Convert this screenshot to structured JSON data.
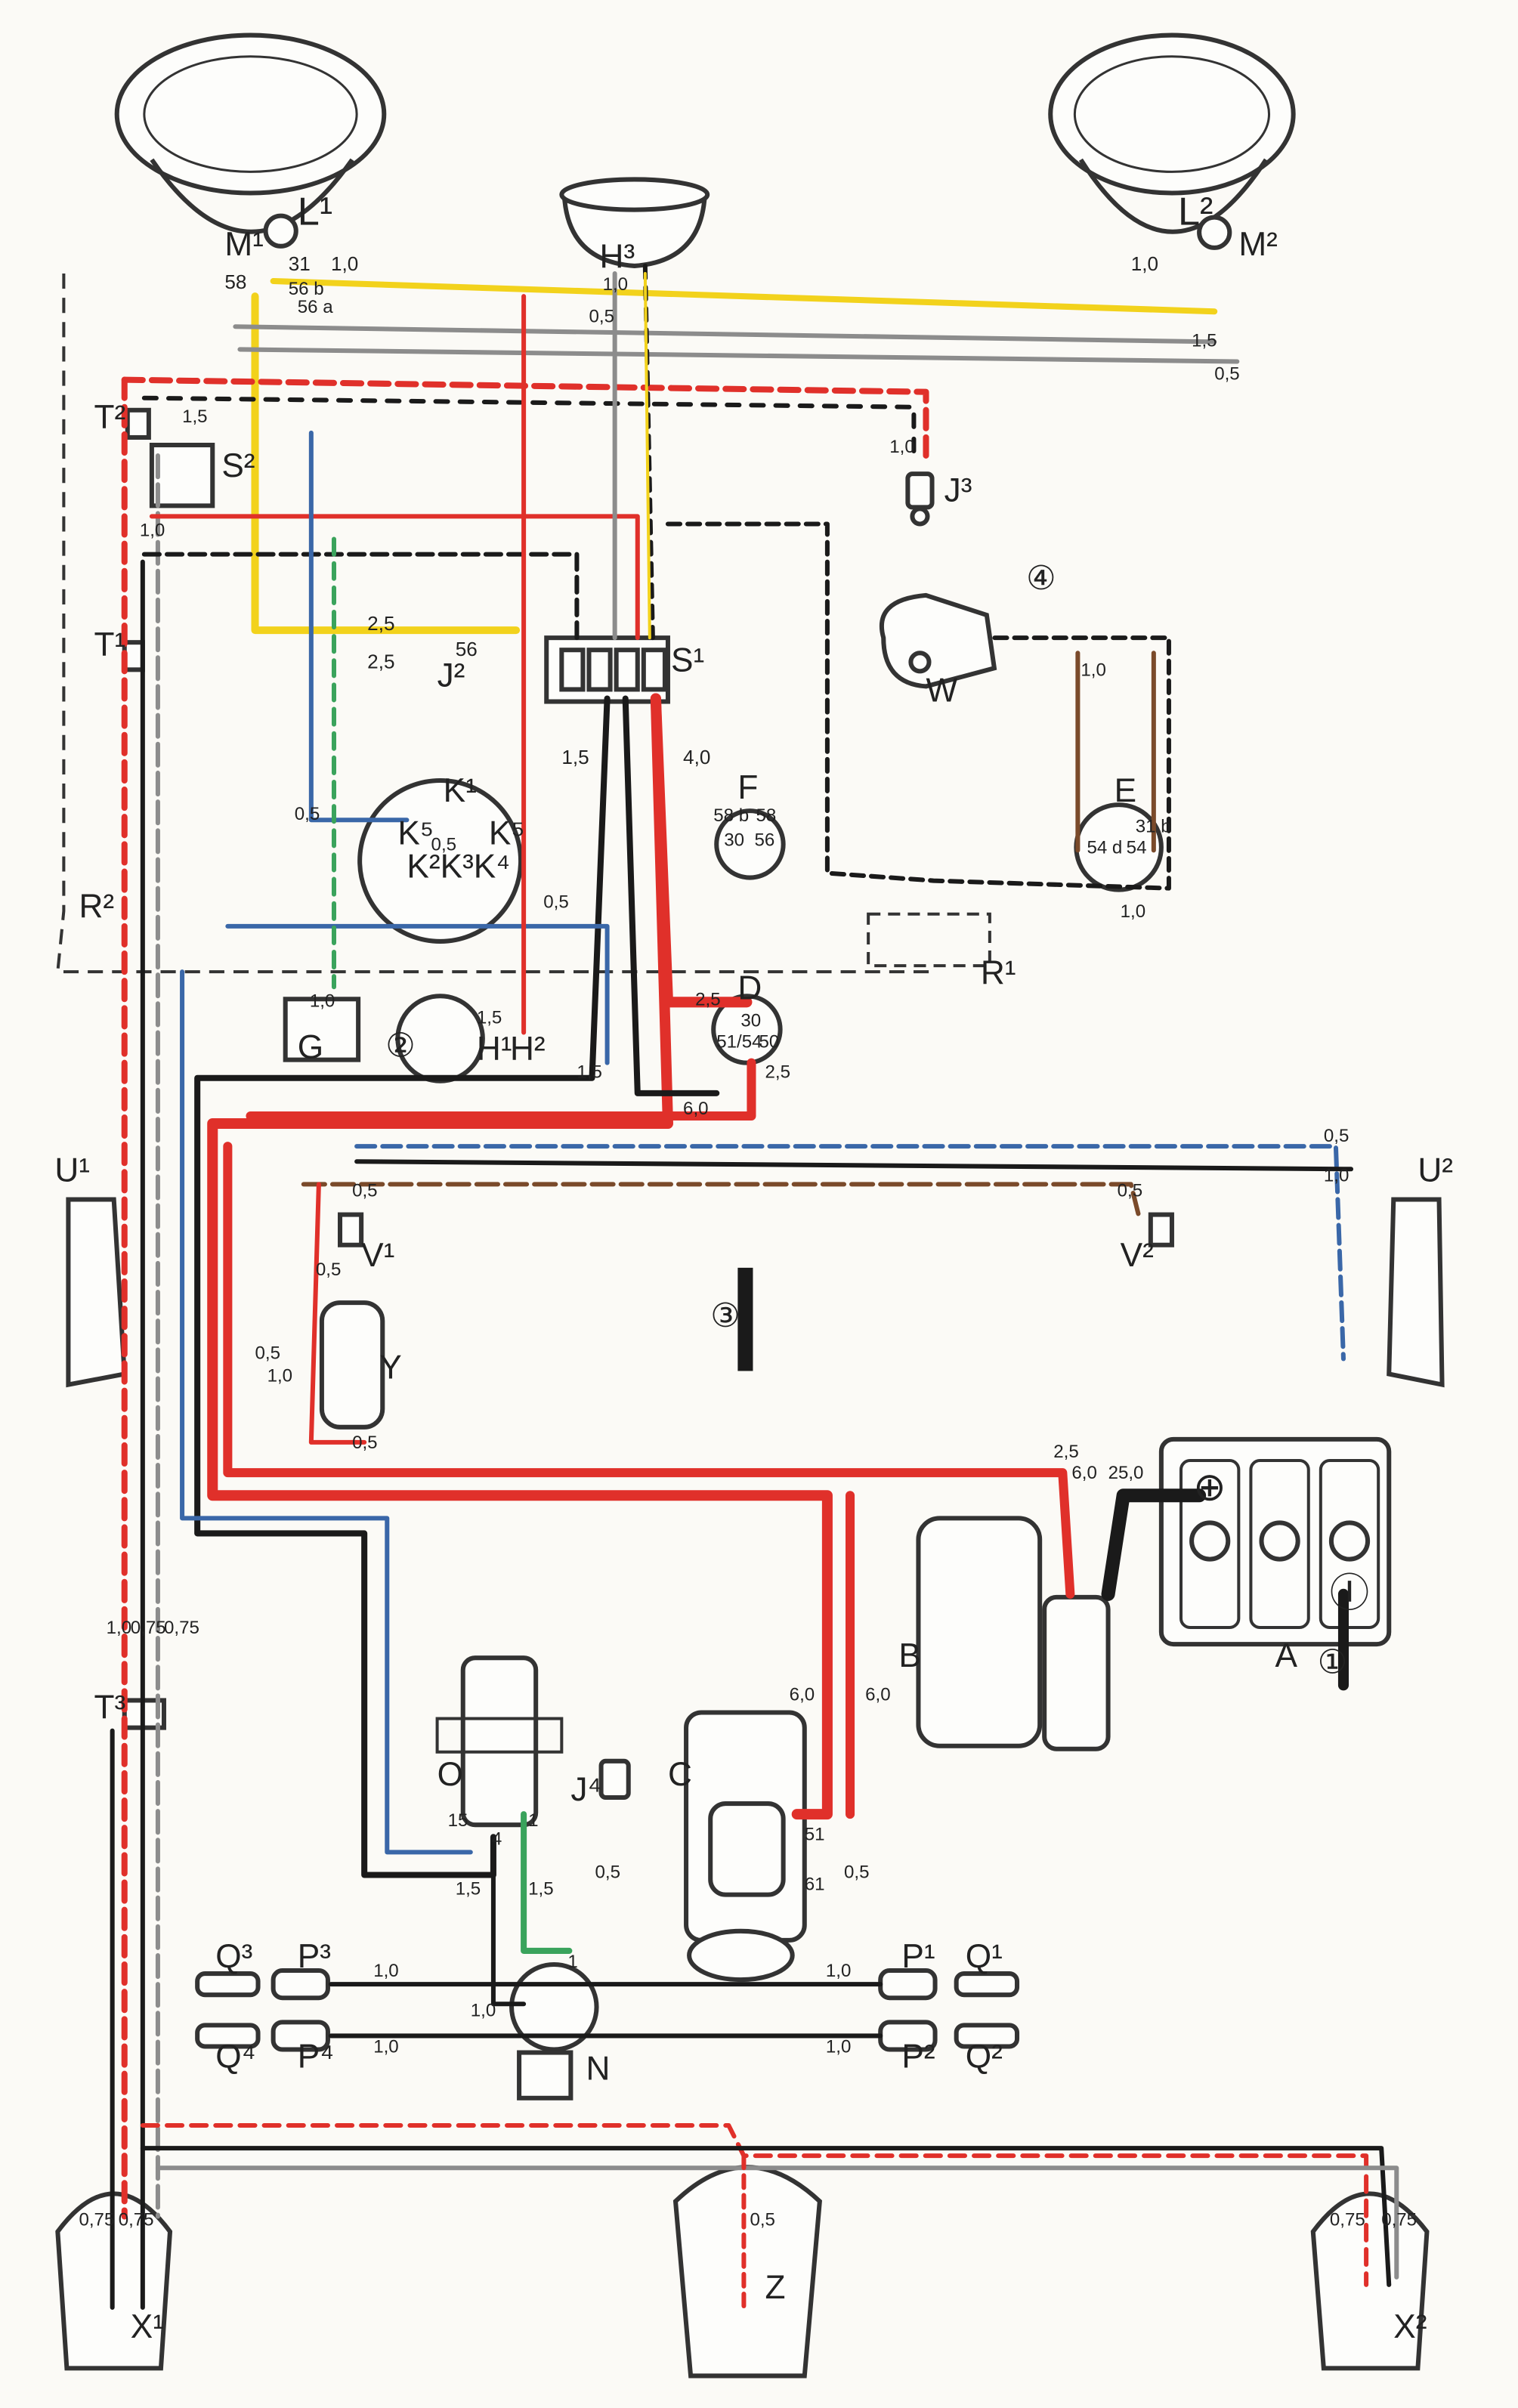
{
  "colors": {
    "red": "#e0302a",
    "black": "#1a1a1a",
    "yellow": "#f2d21c",
    "blue": "#3a67a8",
    "green": "#3aa35c",
    "grey": "#8c8c8c",
    "brown": "#7a4a2a",
    "paper": "#fbfaf6"
  },
  "components": {
    "L1": "L¹",
    "L2": "L²",
    "M1": "M¹",
    "M2": "M²",
    "H3": "H³",
    "T2": "T²",
    "S2": "S²",
    "J3": "J³",
    "T1": "T¹",
    "J2": "J²",
    "S1": "S¹",
    "W": "W",
    "E": "E",
    "F": "F",
    "K1": "K¹",
    "K5a": "K⁵",
    "K5b": "K⁵",
    "K2": "K²",
    "K3": "K³",
    "K4": "K⁴",
    "R2": "R²",
    "R1": "R¹",
    "G": "G",
    "H1": "H¹",
    "H2": "H²",
    "D": "D",
    "U1": "U¹",
    "U2": "U²",
    "V1": "V¹",
    "V2": "V²",
    "Y": "Y",
    "A": "A",
    "B": "B",
    "C": "C",
    "O": "O",
    "J4": "J⁴",
    "T3": "T³",
    "N": "N",
    "P1": "P¹",
    "P2": "P²",
    "P3": "P³",
    "P4": "P⁴",
    "Q1": "Q¹",
    "Q2": "Q²",
    "Q3": "Q³",
    "Q4": "Q⁴",
    "X1": "X¹",
    "X2": "X²",
    "Z": "Z"
  },
  "terminals": {
    "t58": "58",
    "t31": "31",
    "t56b": "56 b",
    "t56a": "56 a",
    "t56": "56",
    "t58b": "58 b",
    "t58r": "58",
    "t30": "30",
    "t54d": "54 d",
    "t54": "54",
    "t31b": "31 b",
    "t51": "51",
    "t61": "61",
    "t15": "15",
    "t4": "4",
    "t1": "1",
    "t5154": "51/54",
    "t50": "50",
    "t1a": "1",
    "t56c": "56",
    "t30b": "30"
  },
  "gauges": {
    "g10": "1,0",
    "g15": "1,5",
    "g05": "0,5",
    "g25": "2,5",
    "g40": "4,0",
    "g60": "6,0",
    "g250": "25,0",
    "g075": "0,75"
  },
  "markers": {
    "m1": "①",
    "m2": "②",
    "m3": "③",
    "m4": "④"
  },
  "battery": {
    "plus": "⊕",
    "minus": "Ⓘ"
  }
}
